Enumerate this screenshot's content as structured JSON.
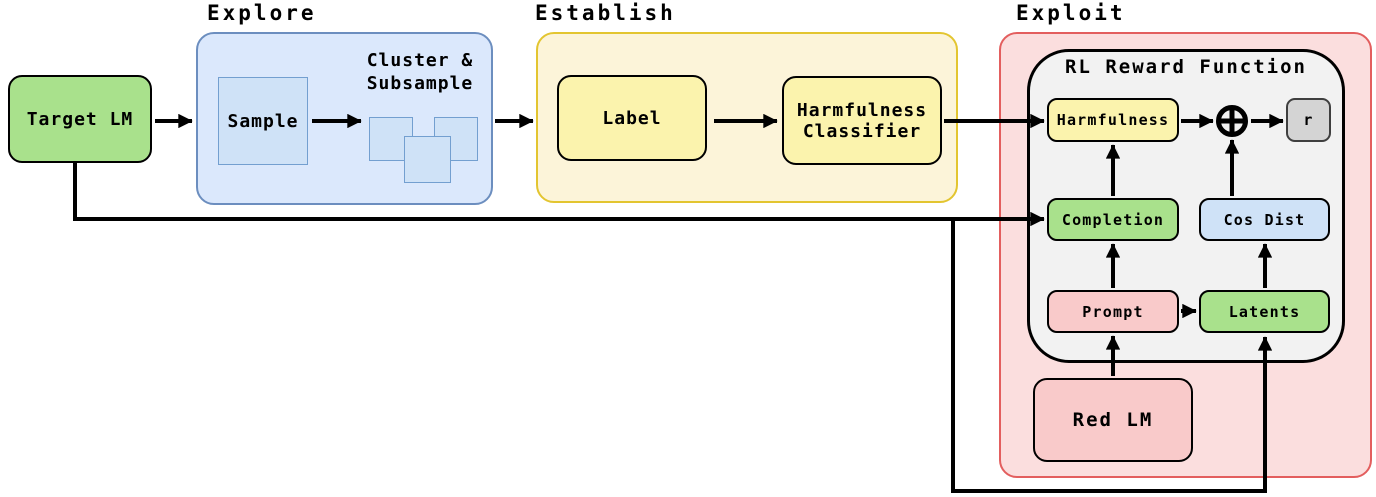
{
  "stages": {
    "explore": {
      "title": "Explore"
    },
    "establish": {
      "title": "Establish"
    },
    "exploit": {
      "title": "Exploit"
    }
  },
  "target_lm": {
    "label": "Target LM"
  },
  "explore": {
    "sample": {
      "label": "Sample"
    },
    "cluster_subsample": {
      "label": "Cluster &\nSubsample"
    }
  },
  "establish": {
    "label_node": {
      "label": "Label"
    },
    "classifier": {
      "label": "Harmfulness\nClassifier"
    }
  },
  "exploit": {
    "reward_function": {
      "title": "RL Reward Function"
    },
    "harmfulness": {
      "label": "Harmfulness"
    },
    "sum_icon": "circled-plus",
    "reward": {
      "label": "r"
    },
    "completion": {
      "label": "Completion"
    },
    "cos_dist": {
      "label": "Cos Dist"
    },
    "prompt": {
      "label": "Prompt"
    },
    "latents": {
      "label": "Latents"
    },
    "red_lm": {
      "label": "Red LM"
    }
  },
  "icons": {
    "cluster_icon": "overlapping-squares",
    "sum_icon": "circled-plus"
  },
  "colors": {
    "node_green": "#a9e18c",
    "container_blue_fill": "#dbe8fc",
    "box_blue_fill": "#cfe2f7",
    "blue_border": "#6c8ebf",
    "container_yellow_fill": "#fcf4d9",
    "yellow_border": "#e3c530",
    "box_yellow_fill": "#fbf3ad",
    "container_pink_fill": "#fbdede",
    "red_border": "#e35e5e",
    "box_pink_fill": "#f9caca",
    "reward_box_gray": "#f2f2f2",
    "r_box_gray": "#d4d4d4",
    "connector_black": "#000000"
  }
}
